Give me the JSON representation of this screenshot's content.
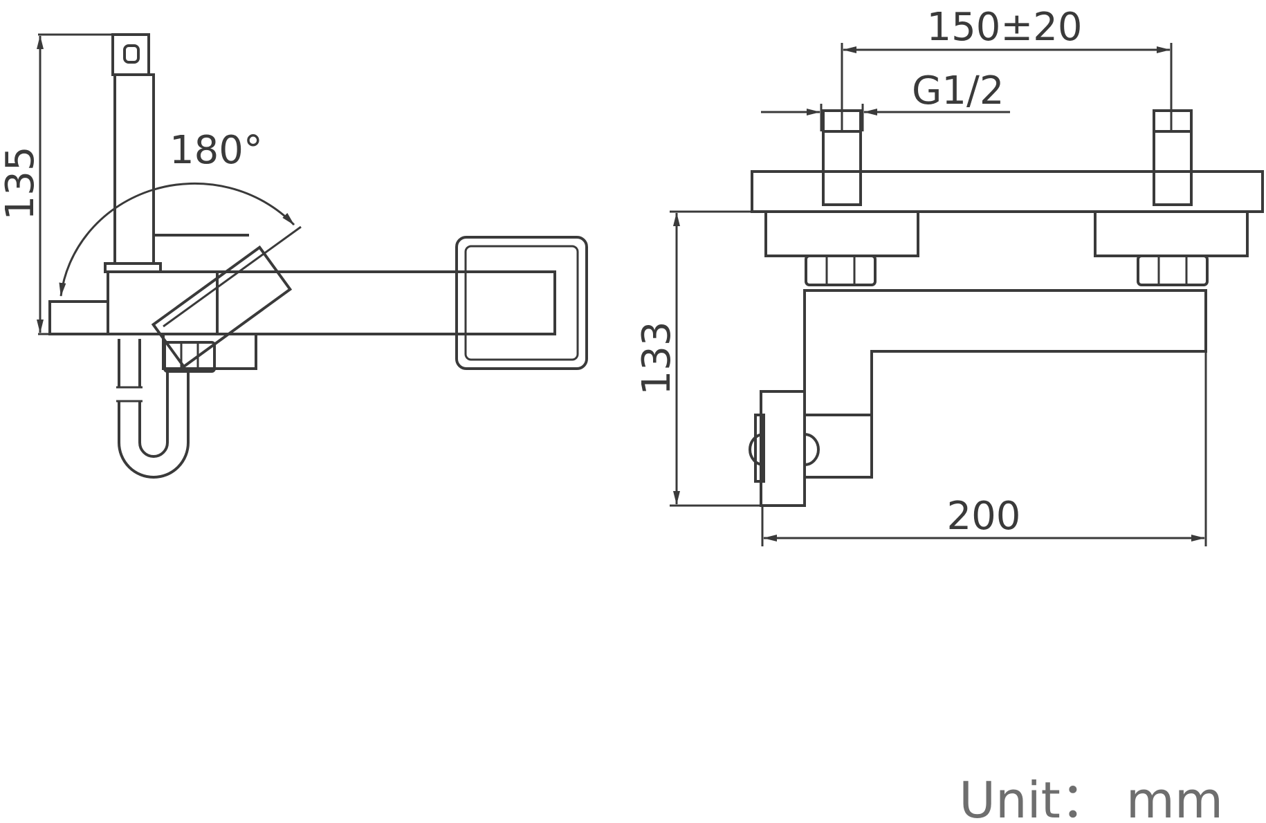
{
  "dimensions": {
    "height_side_view": "135",
    "rotation_angle": "180°",
    "inlet_spacing": "150±20",
    "thread_size": "G1/2",
    "height_front_view": "133",
    "width_front_view": "200"
  },
  "unit_label": "Unit： mm",
  "colors": {
    "line": "#3a3a3a",
    "unit_text": "#6e6e6e",
    "background": "#ffffff"
  }
}
